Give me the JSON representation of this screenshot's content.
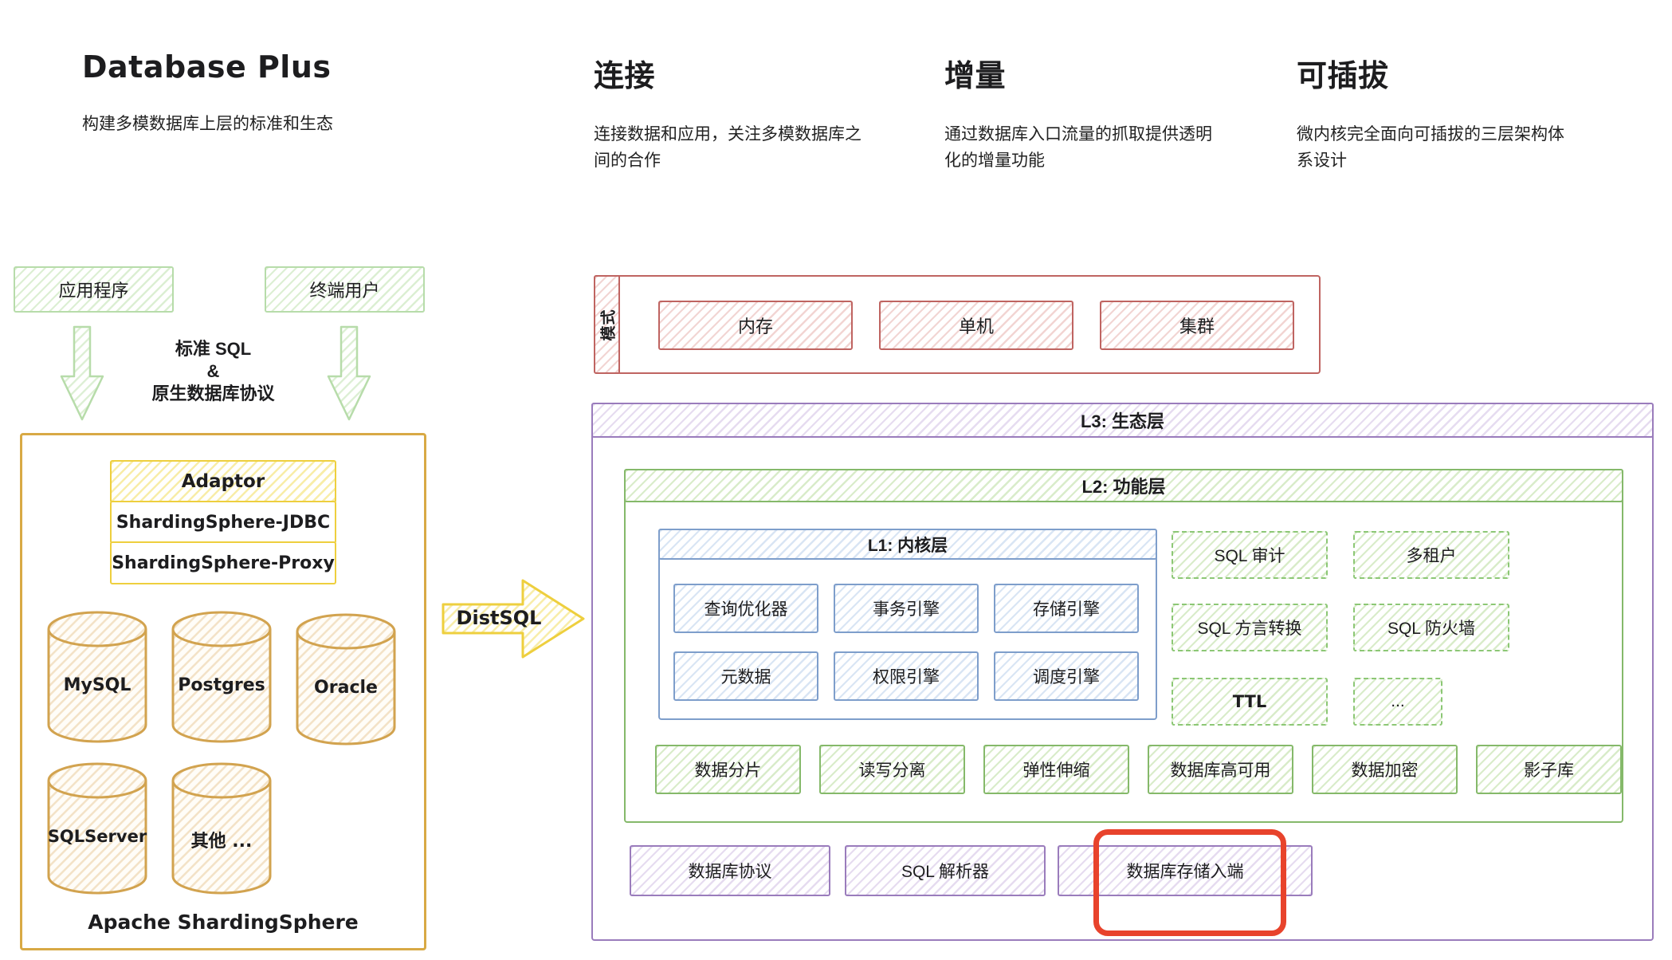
{
  "sections": {
    "database_plus": {
      "title": "Database Plus",
      "desc": "构建多模数据库上层的标准和生态"
    },
    "connect": {
      "title": "连接",
      "desc": "连接数据和应用，关注多模数据库之间的合作"
    },
    "increment": {
      "title": "增量",
      "desc": "通过数据库入口流量的抓取提供透明化的增量功能"
    },
    "pluggable": {
      "title": "可插拔",
      "desc": "微内核完全面向可插拔的三层架构体系设计"
    }
  },
  "left": {
    "sources": [
      "应用程序",
      "终端用户"
    ],
    "arrow_text": [
      "标准 SQL",
      "&",
      "原生数据库协议"
    ],
    "adaptor": {
      "header": "Adaptor",
      "items": [
        "ShardingSphere-JDBC",
        "ShardingSphere-Proxy"
      ]
    },
    "databases": [
      "MySQL",
      "Postgres",
      "Oracle",
      "SQLServer",
      "其他 ..."
    ],
    "platform": "Apache ShardingSphere"
  },
  "distsql": "DistSQL",
  "mode": {
    "label": "模式",
    "items": [
      "内存",
      "单机",
      "集群"
    ]
  },
  "layers": {
    "l3": "L3: 生态层",
    "l2": "L2: 功能层",
    "l1": "L1: 内核层"
  },
  "kernel_items": [
    "查询优化器",
    "事务引擎",
    "存储引擎",
    "元数据",
    "权限引擎",
    "调度引擎"
  ],
  "plugin_items": [
    "SQL 审计",
    "多租户",
    "SQL 方言转换",
    "SQL 防火墙",
    "TTL",
    "..."
  ],
  "feature_items": [
    "数据分片",
    "读写分离",
    "弹性伸缩",
    "数据库高可用",
    "数据加密",
    "影子库"
  ],
  "access_items": [
    "数据库协议",
    "SQL 解析器",
    "数据库存储入端"
  ],
  "colors": {
    "green_light": "#b7dcaa",
    "green": "#85b96a",
    "yellow": "#eecf3e",
    "orange": "#d2a34f",
    "red": "#bf6461",
    "purple": "#9a7cbc",
    "blue": "#7e9ecb",
    "highlight_red": "#e8432c"
  }
}
